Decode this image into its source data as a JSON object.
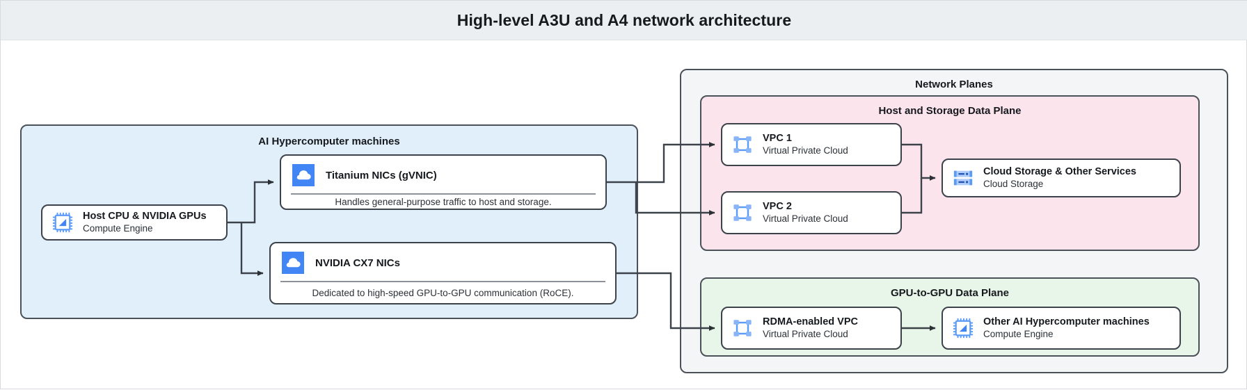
{
  "header": {
    "title": "High-level A3U and A4 network architecture"
  },
  "panels": {
    "machines": {
      "title": "AI Hypercomputer machines",
      "fill": "#e1effb"
    },
    "network": {
      "title": "Network Planes",
      "fill": "#f4f5f6"
    },
    "host_storage": {
      "title": "Host and Storage Data Plane",
      "fill": "#fce4ec"
    },
    "gpu_plane": {
      "title": "GPU-to-GPU Data Plane",
      "fill": "#e8f5e9"
    }
  },
  "nodes": {
    "host_cpu": {
      "title": "Host CPU & NVIDIA GPUs",
      "subtitle": "Compute Engine",
      "icon": "cpu-chip-icon"
    },
    "titanium_nics": {
      "title": "Titanium NICs (gVNIC)",
      "note": "Handles general-purpose traffic to host and storage.",
      "icon": "cloud-icon"
    },
    "cx7_nics": {
      "title": "NVIDIA CX7 NICs",
      "note": "Dedicated to high-speed GPU-to-GPU communication (RoCE).",
      "icon": "cloud-icon"
    },
    "vpc1": {
      "title": "VPC 1",
      "subtitle": "Virtual Private Cloud",
      "icon": "vpc-icon"
    },
    "vpc2": {
      "title": "VPC 2",
      "subtitle": "Virtual Private Cloud",
      "icon": "vpc-icon"
    },
    "cloud_storage": {
      "title": "Cloud Storage & Other Services",
      "subtitle": "Cloud Storage",
      "icon": "storage-rack-icon"
    },
    "rdma_vpc": {
      "title": "RDMA-enabled VPC",
      "subtitle": "Virtual Private Cloud",
      "icon": "vpc-icon"
    },
    "other_machines": {
      "title": "Other AI Hypercomputer machines",
      "subtitle": "Compute Engine",
      "icon": "cpu-chip-icon"
    }
  },
  "colors": {
    "header_bg": "#eceff1",
    "blue_panel": "#e1effb",
    "pink_panel": "#fce4ec",
    "green_panel": "#e8f5e9",
    "grey_panel": "#f4f5f6",
    "stroke": "#3c424a",
    "icon_blue": "#4285f4",
    "icon_light_blue": "#8ab4f8"
  }
}
